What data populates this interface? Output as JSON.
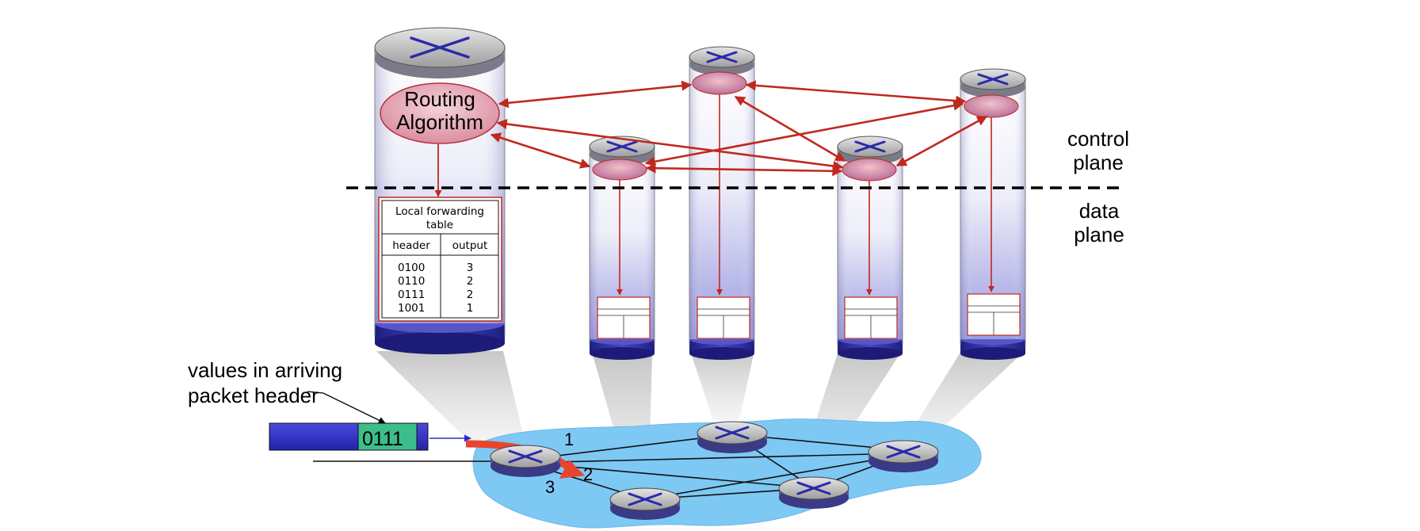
{
  "routing": {
    "line1": "Routing",
    "line2": "Algorithm"
  },
  "forwarding_table": {
    "title_line1": "Local forwarding",
    "title_line2": "table",
    "col_header": "header",
    "col_output": "output",
    "rows": [
      {
        "header": "0100",
        "output": "3"
      },
      {
        "header": "0110",
        "output": "2"
      },
      {
        "header": "0111",
        "output": "2"
      },
      {
        "header": "1001",
        "output": "1"
      }
    ]
  },
  "planes": {
    "control_line1": "control",
    "control_line2": "plane",
    "data_line1": "data",
    "data_line2": "plane"
  },
  "packet": {
    "label_line1": "values in arriving",
    "label_line2": "packet header",
    "value": "0111"
  },
  "ports": {
    "p1": "1",
    "p2": "2",
    "p3": "3"
  },
  "colors": {
    "arrow": "#c0281e",
    "network": "#7ec8f4",
    "router_blue": "#2a2aa8",
    "local_control": "#f2c4cc",
    "packet_blue": "#3333cc",
    "packet_header": "#3dbd8c"
  }
}
